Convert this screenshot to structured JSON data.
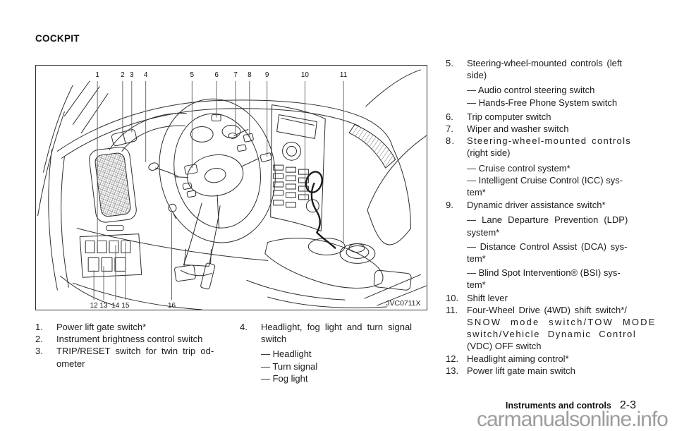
{
  "heading": "COCKPIT",
  "figure": {
    "code": "JVC0711X",
    "callouts": [
      "1",
      "2",
      "3",
      "4",
      "5",
      "6",
      "7",
      "8",
      "9",
      "10",
      "11",
      "12",
      "13",
      "14",
      "15",
      "16"
    ]
  },
  "legend": {
    "left": [
      {
        "num": "1.",
        "text": "Power lift gate switch*"
      },
      {
        "num": "2.",
        "text": "Instrument brightness control switch"
      },
      {
        "num": "3.",
        "text": "TRIP/RESET switch for twin trip od-"
      },
      {
        "num": "",
        "text": "ometer"
      }
    ],
    "mid": [
      {
        "num": "4.",
        "text": "Headlight, fog light and turn signal"
      },
      {
        "num": "",
        "text": "switch"
      },
      {
        "num": "",
        "text": "— Headlight"
      },
      {
        "num": "",
        "text": "— Turn signal"
      },
      {
        "num": "",
        "text": "— Fog light"
      }
    ],
    "right": [
      {
        "num": "5.",
        "text": "Steering-wheel-mounted controls (left"
      },
      {
        "num": "",
        "text": "side)"
      },
      {
        "num": "",
        "text": "— Audio control steering switch"
      },
      {
        "num": "",
        "text": "— Hands-Free Phone System switch"
      },
      {
        "num": "6.",
        "text": "Trip computer switch"
      },
      {
        "num": "7.",
        "text": "Wiper and washer switch"
      },
      {
        "num": "8.",
        "text": "Steering-wheel-mounted controls"
      },
      {
        "num": "",
        "text": "(right side)"
      },
      {
        "num": "",
        "text": "— Cruise control system*"
      },
      {
        "num": "",
        "text": "— Intelligent Cruise Control (ICC) sys-"
      },
      {
        "num": "",
        "text": "tem*"
      },
      {
        "num": "9.",
        "text": "Dynamic driver assistance switch*"
      },
      {
        "num": "",
        "text": "— Lane Departure Prevention (LDP)"
      },
      {
        "num": "",
        "text": "system*"
      },
      {
        "num": "",
        "text": "— Distance Control Assist (DCA) sys-"
      },
      {
        "num": "",
        "text": "tem*"
      },
      {
        "num": "",
        "text": "— Blind Spot Intervention® (BSI) sys-"
      },
      {
        "num": "",
        "text": "tem*"
      },
      {
        "num": "10.",
        "text": "Shift lever"
      },
      {
        "num": "11.",
        "text": "Four-Wheel Drive (4WD) shift switch*/"
      },
      {
        "num": "",
        "text": "SNOW mode switch/TOW MODE"
      },
      {
        "num": "",
        "text": "switch/Vehicle Dynamic Control"
      },
      {
        "num": "",
        "text": "(VDC) OFF switch"
      },
      {
        "num": "12.",
        "text": "Headlight aiming control*"
      },
      {
        "num": "13.",
        "text": "Power lift gate main switch"
      }
    ]
  },
  "footer": {
    "chapter": "Instruments and controls",
    "page": "2-3"
  },
  "watermark": "carmanualsonline.info",
  "colors": {
    "text": "#1a1a1a",
    "line_art": "#2d2d2d",
    "watermark_gray": "#9d9d9d"
  }
}
